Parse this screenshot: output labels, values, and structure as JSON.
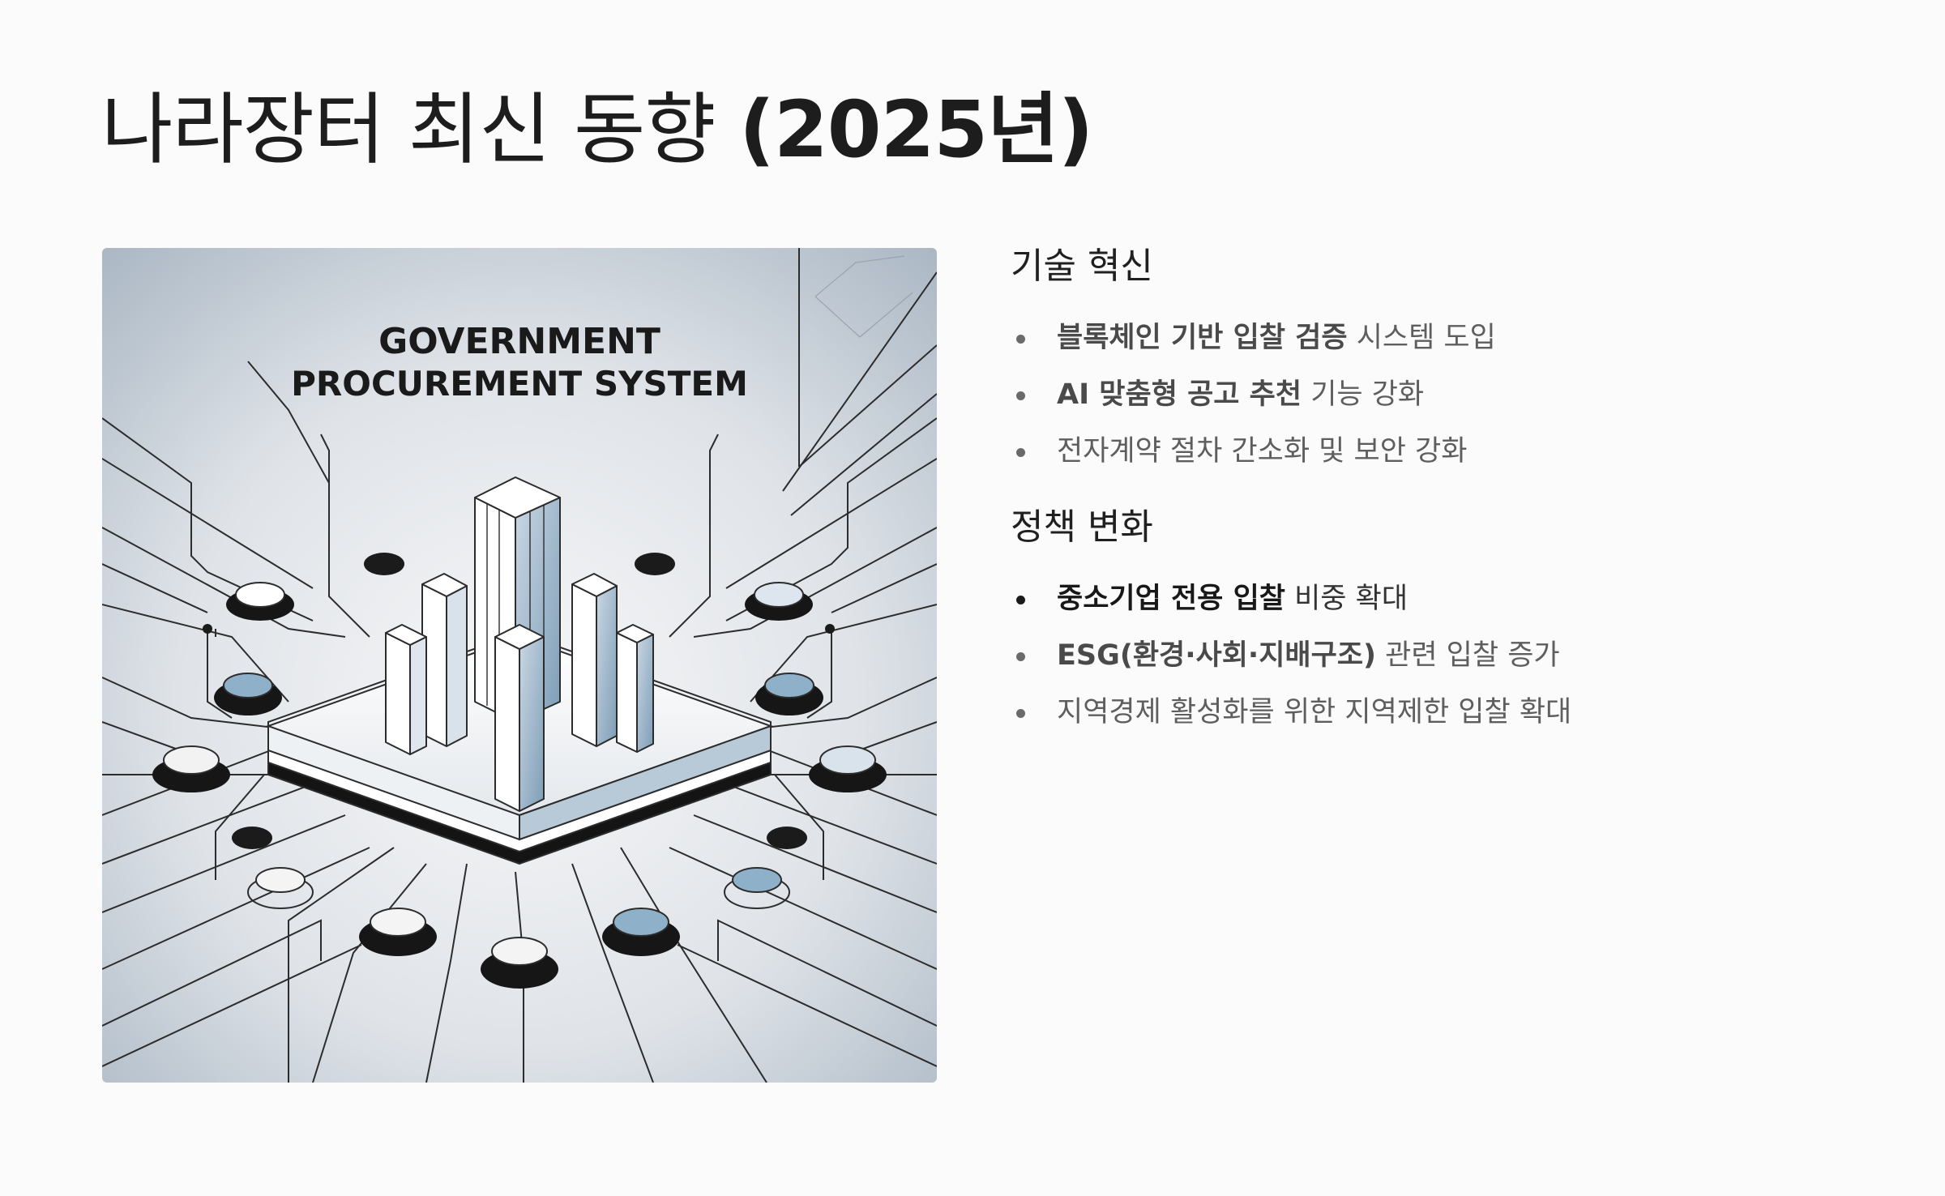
{
  "slide": {
    "title_main": "나라장터 최신 동향 ",
    "title_year": "(2025년)"
  },
  "illustration": {
    "title_line1": "GOVERNMENT",
    "title_line2": "PROCUREMENT SYSTEM",
    "accent_color": "#8fb0c9"
  },
  "sections": [
    {
      "heading": "기술 혁신",
      "items": [
        {
          "bold": "블록체인 기반 입찰 검증",
          "text": " 시스템 도입"
        },
        {
          "bold": "AI 맞춤형 공고 추천",
          "text": " 기능 강화"
        },
        {
          "bold": "",
          "text": "전자계약 절차 간소화 및 보안 강화"
        }
      ]
    },
    {
      "heading": "정책 변화",
      "items": [
        {
          "bold": "중소기업 전용 입찰",
          "text": " 비중 확대"
        },
        {
          "bold": "ESG(환경·사회·지배구조)",
          "text": " 관련 입찰 증가"
        },
        {
          "bold": "",
          "text": "지역경제 활성화를 위한 지역제한 입찰 확대"
        }
      ]
    }
  ]
}
